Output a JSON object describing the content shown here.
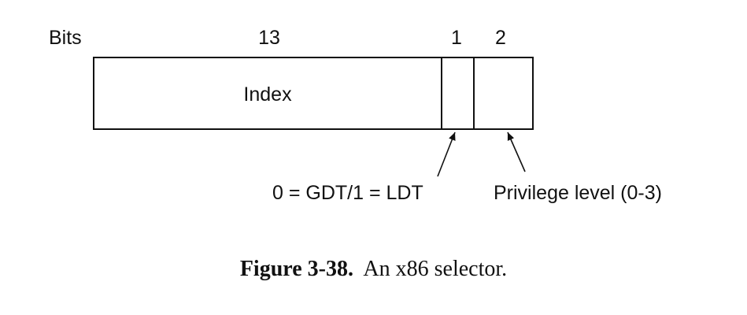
{
  "diagram": {
    "bits_label": "Bits",
    "width_index": "13",
    "width_table": "1",
    "width_priv": "2",
    "field_index": "Index",
    "table_note": "0 = GDT/1 = LDT",
    "priv_note": "Privilege level (0-3)"
  },
  "caption": {
    "number": "Figure 3-38.",
    "text": "An x86 selector."
  }
}
